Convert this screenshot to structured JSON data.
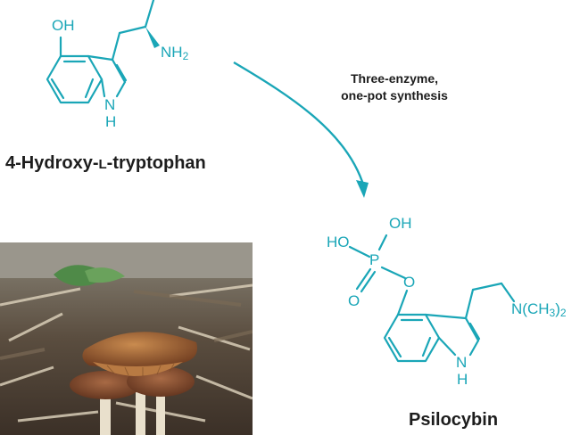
{
  "colors": {
    "structure": "#1aa6b7",
    "title_text": "#1d1d1d",
    "arrow": "#1aa6b7"
  },
  "reactant": {
    "name_prefix": "4-Hydroxy-",
    "name_stereo": "L",
    "name_suffix": "-tryptophan",
    "atoms": {
      "hydroxyl": "OH",
      "amine": "NH",
      "amine_sub": "2",
      "ring_nitrogen": "N",
      "ring_hydrogen": "H"
    }
  },
  "reaction": {
    "line1": "Three-enzyme,",
    "line2": "one-pot synthesis"
  },
  "product": {
    "name": "Psilocybin",
    "atoms": {
      "p_hydroxyl_top": "OH",
      "p_hydroxyl_left": "HO",
      "phosphorus": "P",
      "double_bond_oxygen": "O",
      "bridge_oxygen": "O",
      "dimethylamine_prefix": "N(CH",
      "dimethylamine_sub": "3",
      "dimethylamine_suffix": ")",
      "dimethylamine_count": "2",
      "ring_nitrogen": "N",
      "ring_hydrogen": "H"
    }
  },
  "photo": {
    "subject": "mushroom-photo"
  }
}
